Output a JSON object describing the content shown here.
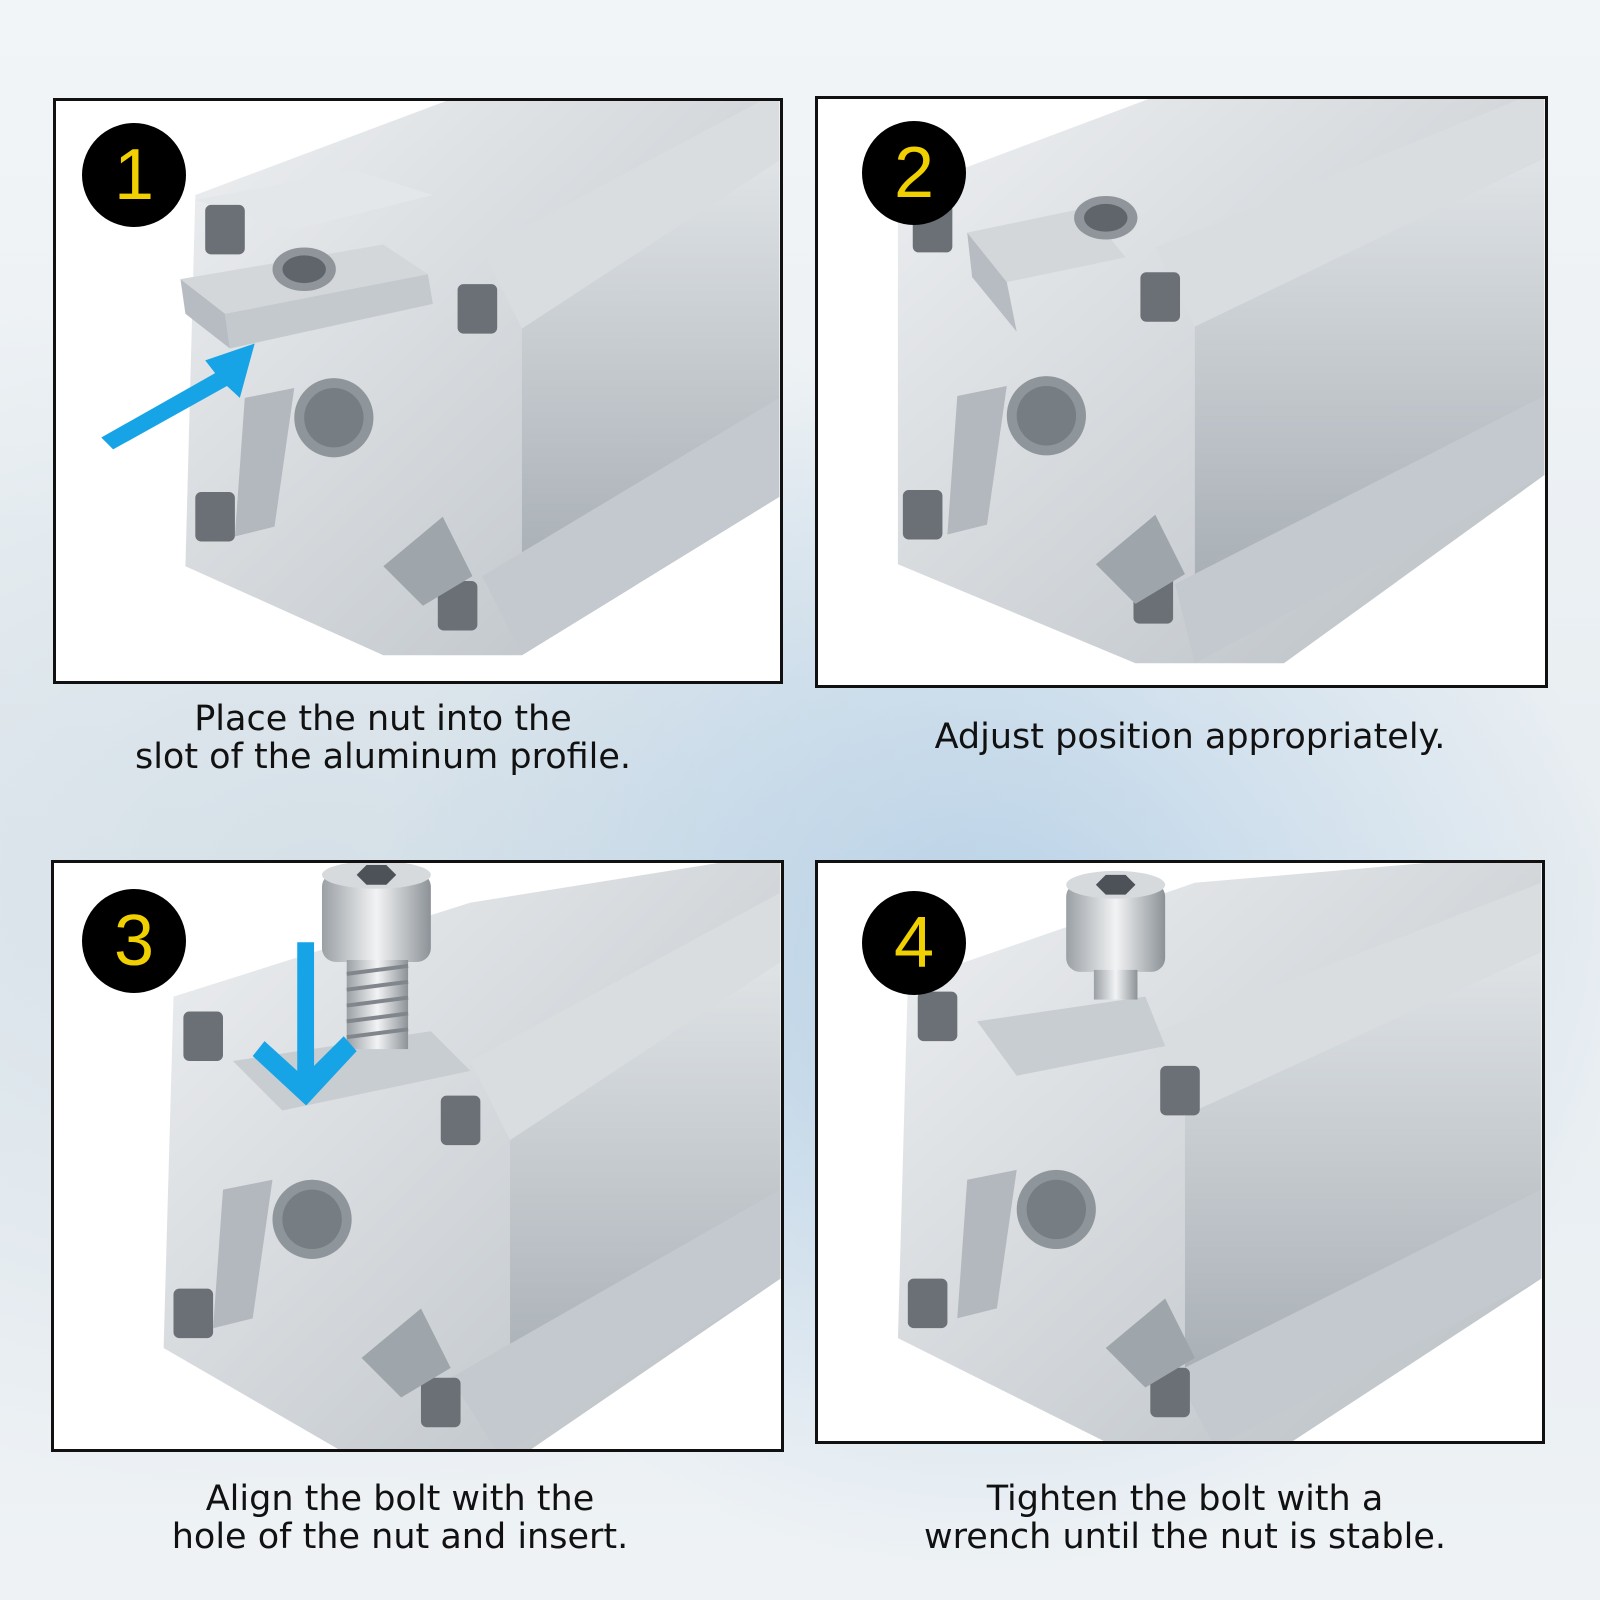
{
  "colors": {
    "badge_fill": "#000000",
    "badge_digit": "#f0d000",
    "arrow": "#17a4e6",
    "frame": "#111111",
    "aluminum": "#c9ced2",
    "caption_text": "#111111"
  },
  "steps": [
    {
      "number": "1",
      "caption_lines": [
        "Place the nut into the",
        "slot of the aluminum profile."
      ],
      "arrow": "diagonal-arrow-icon",
      "bolt": false
    },
    {
      "number": "2",
      "caption_lines": [
        "Adjust position appropriately."
      ],
      "arrow": null,
      "bolt": false
    },
    {
      "number": "3",
      "caption_lines": [
        "Align the bolt with the",
        "hole of the nut and insert."
      ],
      "arrow": "down-arrow-icon",
      "bolt": true
    },
    {
      "number": "4",
      "caption_lines": [
        "Tighten the bolt with a",
        "wrench until the nut is stable."
      ],
      "arrow": null,
      "bolt": true
    }
  ]
}
